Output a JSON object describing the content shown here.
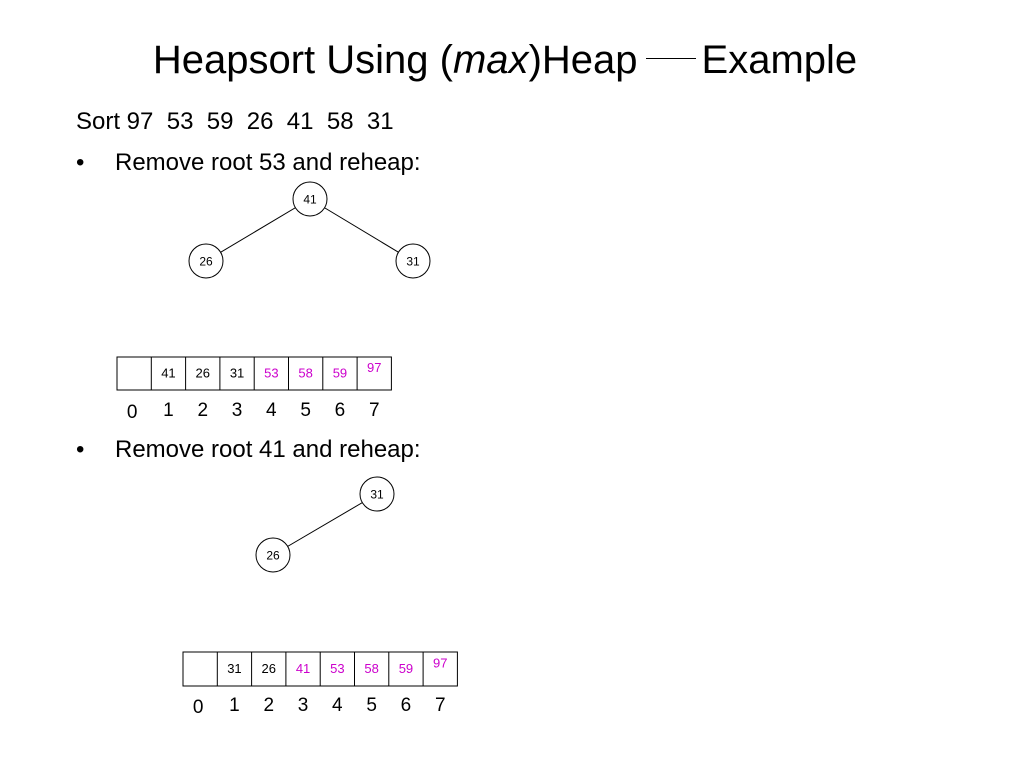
{
  "title": {
    "prefix": "Heapsort Using (",
    "italic": "max",
    "suffix": ")Heap",
    "tail": "Example"
  },
  "sort_line": "Sort 97  53  59  26  41  58  31",
  "colors": {
    "sorted": "#cc00cc",
    "heap": "#000000"
  },
  "steps": [
    {
      "bullet": "•",
      "text": "Remove root 53 and reheap:",
      "tree": {
        "root": "41",
        "left": "26",
        "right": "31"
      },
      "array": {
        "cells": [
          "",
          "41",
          "26",
          "31",
          "53",
          "58",
          "59",
          "97"
        ],
        "sorted_from_index": 4,
        "indices": [
          "0",
          "1",
          "2",
          "3",
          "4",
          "5",
          "6",
          "7"
        ]
      }
    },
    {
      "bullet": "•",
      "text": "Remove root 41 and reheap:",
      "tree": {
        "root": "31",
        "left": "26"
      },
      "array": {
        "cells": [
          "",
          "31",
          "26",
          "41",
          "53",
          "58",
          "59",
          "97"
        ],
        "sorted_from_index": 3,
        "indices": [
          "0",
          "1",
          "2",
          "3",
          "4",
          "5",
          "6",
          "7"
        ]
      }
    }
  ]
}
